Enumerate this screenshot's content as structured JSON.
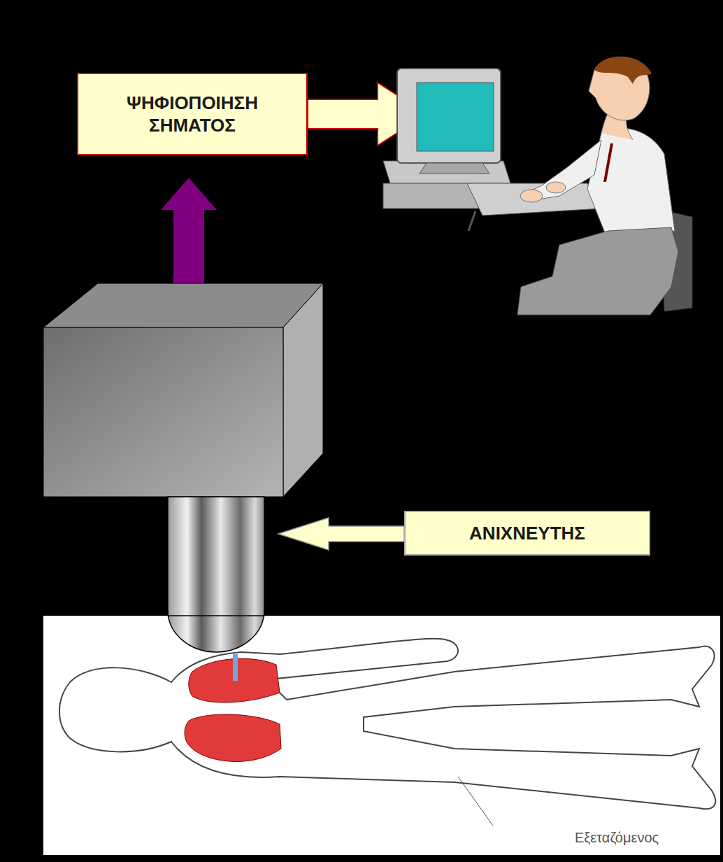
{
  "diagram": {
    "nodes": [
      {
        "text": [
          "ΨΗΦΙΟΠΟΙΗΣΗ ΣΗΜΑΤΟΣ"
        ]
      },
      {
        "text": [
          "ΑΝΙΧΝΕΥΤΗΣ"
        ]
      }
    ],
    "labels": [
      "Εξεταζόμενος"
    ]
  }
}
